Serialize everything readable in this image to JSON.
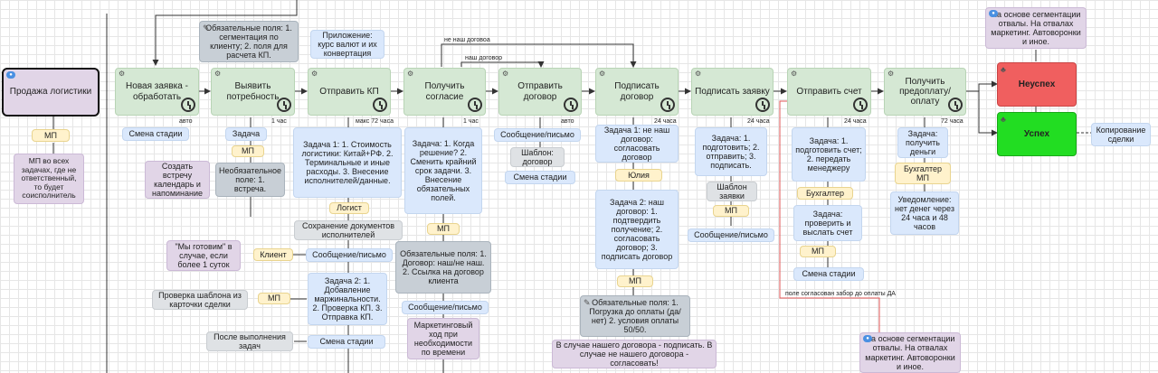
{
  "colors": {
    "stage": "#d5e8d4",
    "task": "#dae8fc",
    "note": "#e1d5e7",
    "role": "#fff2cc",
    "fail": "#f05f5f",
    "success": "#22dd22",
    "gray": "#c8cfd6",
    "red_line": "#e05555"
  },
  "start": "Продажа логистики",
  "stages": [
    "Новая заявка - обработать",
    "Выявить потребность",
    "Отправить КП",
    "Получить согласие",
    "Отправить договор",
    "Подписать договор",
    "Подписать заявку",
    "Отправить счет",
    "Получить предоплату/оплату"
  ],
  "outcomes": {
    "fail": "Неуспех",
    "success": "Успех"
  },
  "timers": [
    "авто",
    "1 час",
    "макс 72 часа",
    "1 час",
    "авто",
    "24 часа",
    "24 часа",
    "24 часа",
    "72 часа"
  ],
  "edge_labels": {
    "not_ours": "не наш договоа",
    "ours": "наш договор",
    "red": "поле согласован забор до оплаты ДА"
  },
  "roles": {
    "mp": "МП",
    "logist": "Логист",
    "client": "Клиент",
    "yulia": "Юлия",
    "accountant": "Бухгалтер",
    "accountant_mp": "Бухгалтер МП"
  },
  "items": {
    "mp_note": "МП во всех задачах, где не ответственный, то будет соисполнитель",
    "change_stage": "Смена стадии",
    "message": "Сообщение/письмо",
    "task": "Задача",
    "required_top": "Обязательные поля: 1. сегментация по клиенту; 2. поля для расчета КП.",
    "app_note": "Приложение: курс валют и их конвертация",
    "meeting_note": "Создать встречу календарь и напоминание",
    "optional_field": "Необязательное поле: 1. встреча.",
    "task1_kp": "Задача 1: 1. Стоимость логистики: Китай+РФ. 2. Терминальные и иные расходы. 3. Внесение исполнителей/данные.",
    "save_docs": "Сохранение документов исполнителей",
    "we_cook": "\"Мы готовим\" в случае, если более 1 суток",
    "task2_kp": "Задача 2: 1. Добавление маржинальности. 2. Проверка КП. 3. Отправка КП.",
    "check_template": "Проверка шаблона из карточки сделки",
    "after_done": "После выполнения задач",
    "agree_task": "Задача: 1. Когда решение? 2. Сменить крайний срок задачи. 3. Внесение обязательных полей.",
    "req_contract": "Обязательные поля: 1. Договор: наш/не наш. 2. Ссылка на договор клиента",
    "marketing": "Маркетинговый ход при необходимости по времени",
    "template_contract": "Шаблон: договор",
    "sign_task1": "Задача 1: не наш договор: согласовать договор",
    "sign_task2": "Задача 2: наш договор: 1. подтвердить получение; 2. согласовать договор; 3. подписать договор",
    "req_payment": "Обязательные поля: 1. Погрузка до оплаты (да/нет) 2. условия оплаты 50/50.",
    "our_contract_note": "В случае нашего договора - подписать. В случае не нашего договора - согласовать!",
    "req_task": "Задача: 1. подготовить; 2. отправить; 3. подписать.",
    "template_request": "Шаблон заявки",
    "invoice_task1": "Задача: 1. подготовить счет; 2. передать менеджеру",
    "invoice_task2": "Задача: проверить и выслать счет",
    "pay_task": "Задача: получить деньги",
    "notify": "Уведомление: нет денег через 24 часа и 48 часов",
    "copy_deal": "Копирование сделки",
    "seg_note": "На основе сегментации отвалы. На отвалах маркетинг. Автоворонки и иное.",
    "seg_note2": "На основе сегментации отвалы. На отвалах маркетинг. Автоворонки и иное."
  }
}
